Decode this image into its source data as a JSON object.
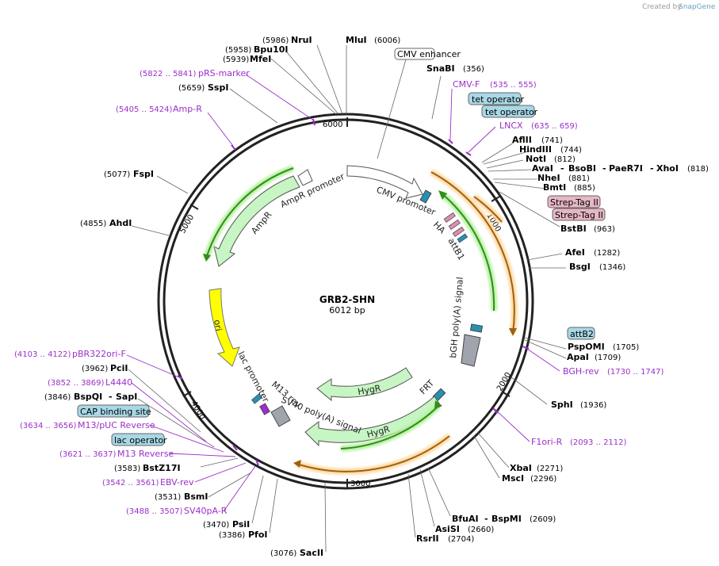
{
  "credit": {
    "prefix": "Created by",
    "brand": "SnapGene"
  },
  "plasmid": {
    "name": "GRB2-SHN",
    "size": "6012 bp"
  },
  "ticks": [
    "1000",
    "2000",
    "3000",
    "4000",
    "5000",
    "6000"
  ],
  "features": {
    "cmv_enhancer": "CMV enhancer",
    "cmv_promoter": "CMV promoter",
    "ha": "HA",
    "attb1": "attB1",
    "bgh": "bGH poly(A) signal",
    "frt": "FRT",
    "hygr1": "HygR",
    "hygr2": "HygR",
    "sv40pa": "SV40 poly(A) signal",
    "m13rev": "M13 rev",
    "lac_promoter": "lac promoter",
    "ori": "ori",
    "ampr": "AmpR",
    "ampr_promoter": "AmpR promoter"
  },
  "boxed": {
    "tet1": "tet operator",
    "tet2": "tet operator",
    "strep1": "Strep-Tag II",
    "strep2": "Strep-Tag II",
    "attb2": "attB2",
    "cap": "CAP binding site",
    "lacop": "lac operator"
  },
  "sites": {
    "nrui": {
      "pos": "(5986)",
      "name": "NruI"
    },
    "mlui": {
      "name": "MluI",
      "pos": "(6006)"
    },
    "bpu10i": {
      "pos": "(5958)",
      "name": "Bpu10I"
    },
    "mfei": {
      "pos": "(5939)",
      "name": "MfeI"
    },
    "sspi": {
      "pos": "(5659)",
      "name": "SspI"
    },
    "snabi": {
      "name": "SnaBI",
      "pos": "(356)"
    },
    "aflii": {
      "name": "AflII",
      "pos": "(741)"
    },
    "hindiii": {
      "name": "HindIII",
      "pos": "(744)"
    },
    "noti": {
      "name": "NotI",
      "pos": "(812)"
    },
    "avai": {
      "name": "AvaI",
      "sep1": "-",
      "n2": "BsoBI",
      "sep2": "-",
      "n3": "PaeR7I",
      "sep3": "-",
      "n4": "XhoI",
      "pos": "(818)"
    },
    "nhei": {
      "name": "NheI",
      "pos": "(881)"
    },
    "bmti": {
      "name": "BmtI",
      "pos": "(885)"
    },
    "bstbi": {
      "name": "BstBI",
      "pos": "(963)"
    },
    "afei": {
      "name": "AfeI",
      "pos": "(1282)"
    },
    "bsgi": {
      "name": "BsgI",
      "pos": "(1346)"
    },
    "pspomi": {
      "name": "PspOMI",
      "pos": "(1705)"
    },
    "apai": {
      "name": "ApaI",
      "pos": "(1709)"
    },
    "sphi": {
      "name": "SphI",
      "pos": "(1936)"
    },
    "xbai": {
      "name": "XbaI",
      "pos": "(2271)"
    },
    "msci": {
      "name": "MscI",
      "pos": "(2296)"
    },
    "bfuai": {
      "name": "BfuAI",
      "sep": "-",
      "n2": "BspMI",
      "pos": "(2609)"
    },
    "asisi": {
      "name": "AsiSI",
      "pos": "(2660)"
    },
    "rsrii": {
      "name": "RsrII",
      "pos": "(2704)"
    },
    "sacii": {
      "pos": "(3076)",
      "name": "SacII"
    },
    "pfoi": {
      "pos": "(3386)",
      "name": "PfoI"
    },
    "psii": {
      "pos": "(3470)",
      "name": "PsiI"
    },
    "bsmi": {
      "pos": "(3531)",
      "name": "BsmI"
    },
    "bstz17i": {
      "pos": "(3583)",
      "name": "BstZ17I"
    },
    "bspqi": {
      "pos": "(3846)",
      "name": "BspQI",
      "sep": "-",
      "n2": "SapI"
    },
    "pcii": {
      "pos": "(3962)",
      "name": "PciI"
    },
    "ahdi": {
      "pos": "(4855)",
      "name": "AhdI"
    },
    "fspi": {
      "pos": "(5077)",
      "name": "FspI"
    }
  },
  "primers": {
    "prs": {
      "pos": "(5822 .. 5841)",
      "name": "pRS-marker"
    },
    "ampr": {
      "pos": "(5405 .. 5424)",
      "name": "Amp-R"
    },
    "cmvf": {
      "name": "CMV-F",
      "pos": "(535 .. 555)"
    },
    "lncx": {
      "name": "LNCX",
      "pos": "(635 .. 659)"
    },
    "bghrev": {
      "name": "BGH-rev",
      "pos": "(1730 .. 1747)"
    },
    "f1ori": {
      "name": "F1ori-R",
      "pos": "(2093 .. 2112)"
    },
    "pbr322": {
      "pos": "(4103 .. 4122)",
      "name": "pBR322ori-F"
    },
    "l4440": {
      "pos": "(3852 .. 3869)",
      "name": "L4440"
    },
    "m13puc": {
      "pos": "(3634 .. 3656)",
      "name": "M13/pUC Reverse"
    },
    "m13r": {
      "pos": "(3621 .. 3637)",
      "name": "M13 Reverse"
    },
    "ebv": {
      "pos": "(3542 .. 3561)",
      "name": "EBV-rev"
    },
    "sv40par": {
      "pos": "(3488 .. 3507)",
      "name": "SV40pA-R"
    }
  },
  "colors": {
    "backbone": "#222222",
    "primer": "#9b2fc7",
    "promoter": "#ffffff",
    "ampr": "#c7f5c4",
    "ori": "#ffff00",
    "orf_green": "#46a620",
    "orf_orange": "#e8951b",
    "tag_blue": "#2a8fb0",
    "tag_pink": "#d98fb2",
    "polyA": "#a0a4ad",
    "box_blue": "#a9d8e6",
    "box_pink": "#e6b7c4"
  }
}
